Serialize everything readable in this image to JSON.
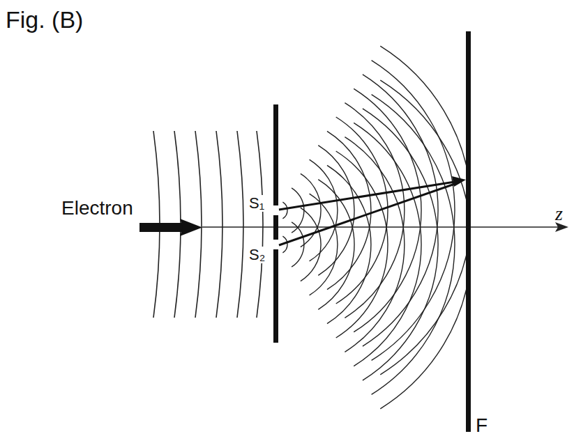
{
  "diagram": {
    "title": "Fig. (B)",
    "labels": [
      "Electron",
      "S₁",
      "S₂",
      "z",
      "F"
    ]
  }
}
